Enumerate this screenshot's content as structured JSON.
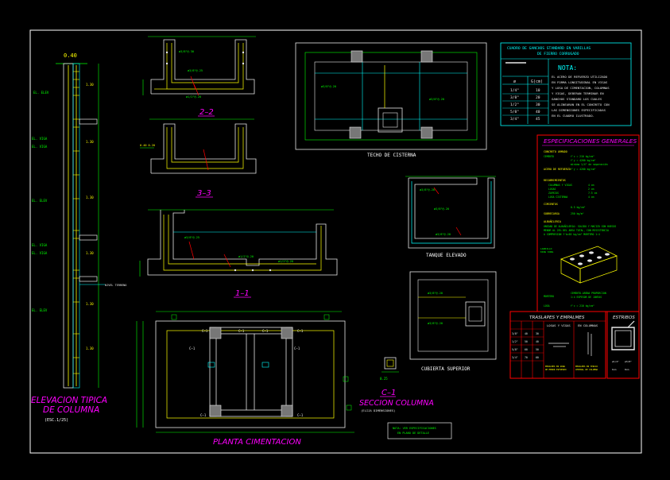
{
  "colors": {
    "background": "#000000",
    "frame": "#ffffff",
    "concrete": "#e8e8e8",
    "rebar": "#ffff00",
    "dimension": "#00ff00",
    "cyan": "#00ffff",
    "title": "#ff00ff",
    "red": "#ff0000"
  },
  "sections": {
    "s22": "2–2",
    "s33": "3–3",
    "s11": "1–1"
  },
  "views": {
    "techo": "TECHO DE CISTERNA",
    "tanque": "TANQUE ELEVADO",
    "cubierta": "CUBIERTA SUPERIOR",
    "planta": "PLANTA CIMENTACION"
  },
  "elevacion": {
    "title_line1": "ELEVACION TIPICA",
    "title_line2": "DE COLUMNA",
    "scale": "(ESC.1/25)",
    "top_dim": "0.40"
  },
  "seccion": {
    "tag": "C–1",
    "title": "SECCION COLUMNA",
    "sub": "(ELIJA DIMENSIONES)"
  },
  "ganchos": {
    "title_line1": "CUADRO DE GANCHOS STANDARD EN VARILLAS",
    "title_line2": "DE FIERRO CORRUGADO",
    "nota": "NOTA:",
    "col_a": "ø",
    "col_b": "G(cm)",
    "rows": [
      {
        "d": "1/4\"",
        "g": "10"
      },
      {
        "d": "3/8\"",
        "g": "20"
      },
      {
        "d": "1/2\"",
        "g": "30"
      },
      {
        "d": "5/8\"",
        "g": "40"
      },
      {
        "d": "3/4\"",
        "g": "45"
      }
    ],
    "note_lines": [
      "EL ACERO DE REFUERZO UTILIZADO",
      "EN FORMA LONGITUDINAL EN VIGAS",
      "Y LOSA DE CIMENTACION, COLUMNAS",
      "Y VIGAS, DEBERAN TERMINAR EN",
      "GANCHOS STANDARD LOS CUALES",
      "SE ALINEARAN EN EL CONCRETO CON",
      "LAS DIMENSIONES ESPECIFICADAS",
      "EN EL CUADRO ILUSTRADO."
    ]
  },
  "especificaciones": {
    "title": "ESPECIFICACIONES GENERALES"
  },
  "traslapes": {
    "title": "TRASLAPES Y EMPALMES",
    "col1": "LOSAS Y VIGAS",
    "col2": "EN COLUMNAS"
  },
  "estribos": {
    "title": "ESTRIBOS"
  },
  "tags": {
    "c1": "C–1"
  }
}
